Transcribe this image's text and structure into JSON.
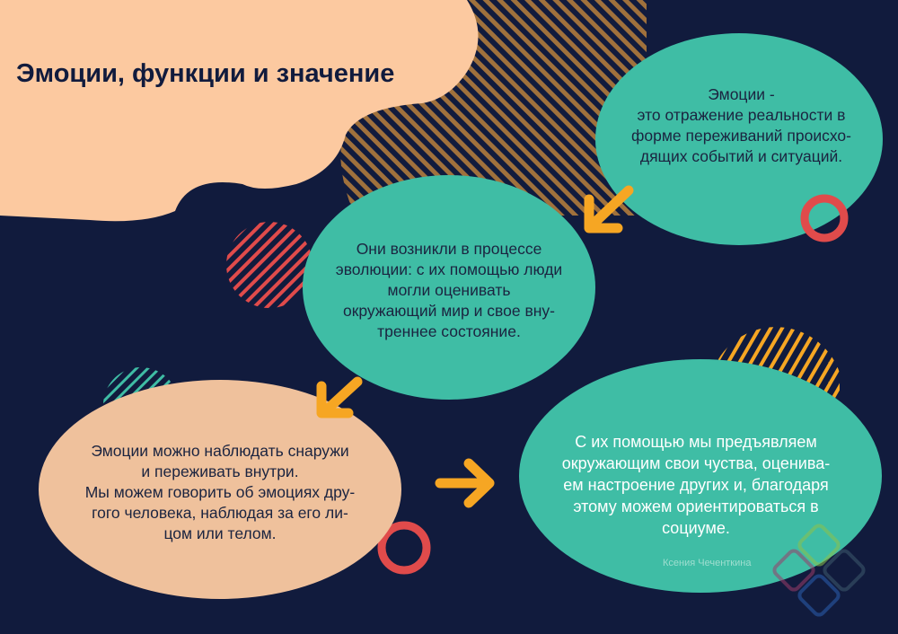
{
  "title": "Эмоции, функции и значение",
  "blocks": [
    {
      "text": "Эмоции -\nэто отражение реальности в\nформе переживаний происхо-\nдящих событий и ситуаций."
    },
    {
      "text": "Они возникли в процессе\nэволюции: с их помощью люди\nмогли оценивать\nокружающий мир и свое вну-\nтреннее состояние."
    },
    {
      "text": "Эмоции можно наблюдать снаружи\nи переживать внутри.\nМы можем говорить об эмоциях дру-\nгого человека, наблюдая за его ли-\nцом или телом."
    },
    {
      "text": "С их помощью мы предъявляем\nокружающим свои чуства, оценива-\nем настроение других и, благодаря\nэтому можем ориентироваться в\nсоциуме."
    }
  ],
  "author": "Ксения Чеченткина",
  "colors": {
    "navy": "#111b3d",
    "peach": "#fcc9a0",
    "teal": "#3fbda5",
    "orange": "#f6a623",
    "red": "#e04b4b"
  }
}
